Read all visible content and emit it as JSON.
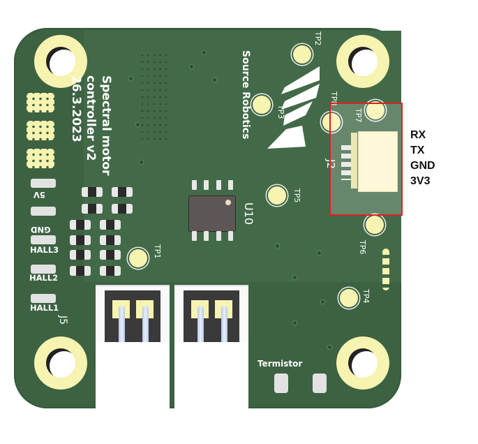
{
  "board": {
    "title_lines": [
      "Spectral motor",
      "controller v2",
      "26.3.2023"
    ],
    "brand": "Source Robotics",
    "chip_label": "U10",
    "connector_labels": {
      "j2": "J2",
      "j5": "J5"
    },
    "left_pad_labels": [
      "5V",
      "GND",
      "HALL3",
      "HALL2",
      "HALL1"
    ],
    "thermistor_label": "Termistor",
    "test_points": [
      "TP1",
      "TP2",
      "TP3",
      "TP4",
      "TP5",
      "TP6",
      "TP7",
      "TP8"
    ]
  },
  "annotation": {
    "highlight_color": "#e02020",
    "pin_labels": [
      "RX",
      "TX",
      "GND",
      "3V3"
    ]
  },
  "colors": {
    "pcb": "#3c6242",
    "pad": "#f7f3b0",
    "silkscreen": "#ffffff"
  }
}
